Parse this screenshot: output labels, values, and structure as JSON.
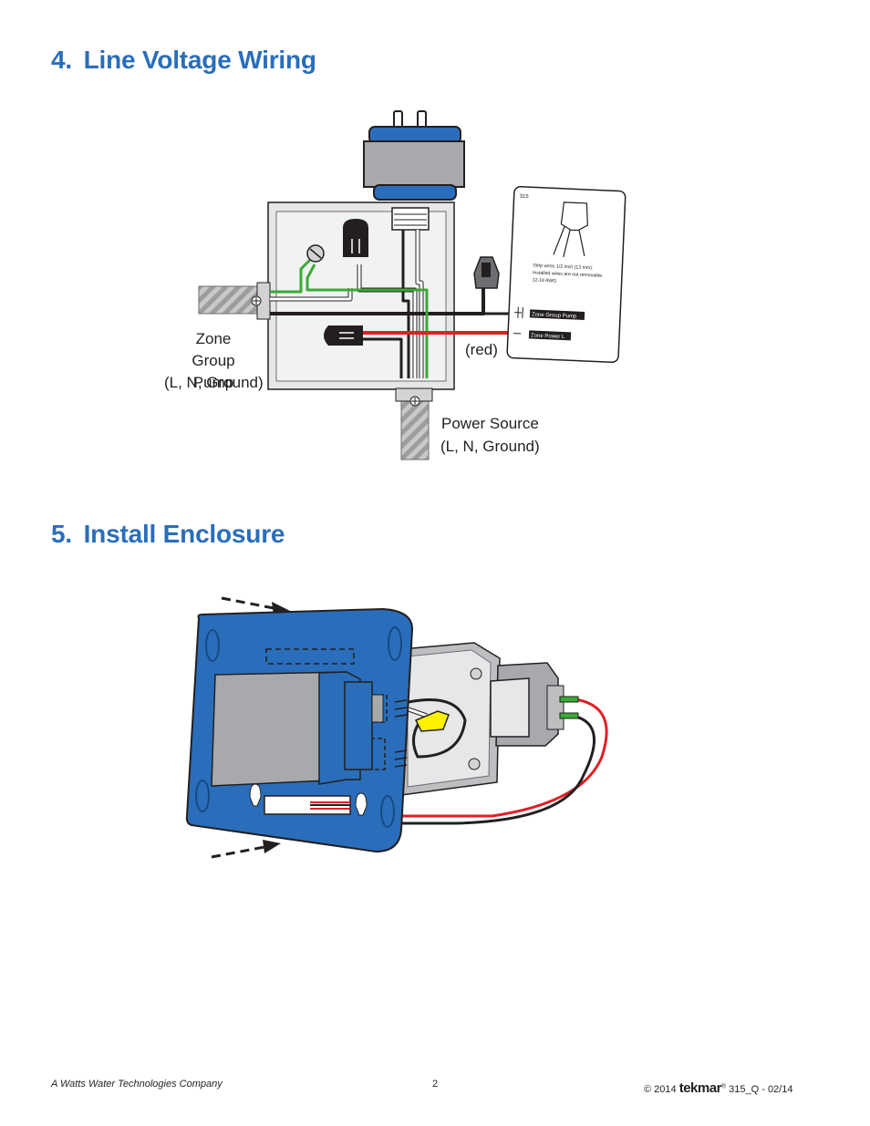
{
  "sections": {
    "wiring": {
      "number": "4.",
      "title": "Line Voltage Wiring"
    },
    "enclosure": {
      "number": "5.",
      "title": "Install Enclosure"
    }
  },
  "wiring_diagram": {
    "labels": {
      "pump_line1": "Zone Group",
      "pump_line2": "Pump",
      "pump_line3": "(L, N, Ground)",
      "red": "(red)",
      "power_line1": "Power Source",
      "power_line2": "(L, N, Ground)"
    },
    "card": {
      "model": "315",
      "instructions_line1": "Strip wires 1/2 inch (13 mm).",
      "instructions_line2": "Installed wires are not removable.",
      "instructions_line3": "12-18 AWG",
      "terminal_1": "Zone Group Pump",
      "terminal_2": "Zone Power L"
    }
  },
  "footer": {
    "company": "A Watts Water Technologies Company",
    "page_number": "2",
    "copyright": "© 2014",
    "brand": "tekmar",
    "brand_mark": "®",
    "doc_code": "315_Q - 02/14"
  },
  "colors": {
    "title_blue": "#2a6ebb",
    "enclosure_blue": "#2a6ebb",
    "wire_red": "#e31e24",
    "wire_green": "#3aa935",
    "wire_black": "#231f20"
  }
}
